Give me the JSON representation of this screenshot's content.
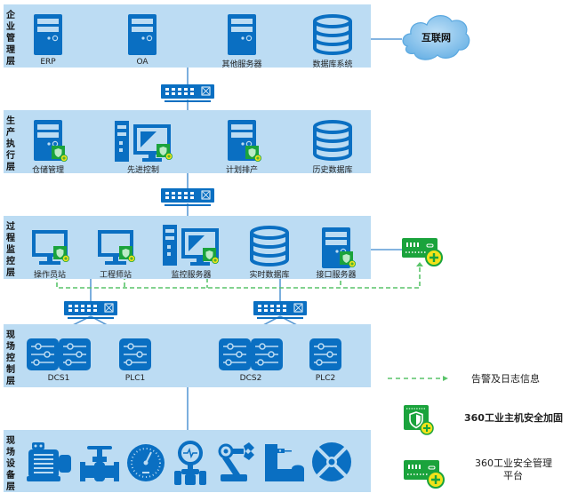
{
  "colors": {
    "layer_bg": "#bcdcf3",
    "device_blue": "#0a6fc2",
    "security_green": "#1aa33c",
    "badge_yellow": "#f2e21a",
    "alert_line": "#5ac46a",
    "link_line": "#5b9bd5"
  },
  "layers": [
    {
      "title": "企业管理层",
      "nodes": [
        {
          "label": "ERP",
          "icon": "server-icon"
        },
        {
          "label": "OA",
          "icon": "server-icon"
        },
        {
          "label": "其他服务器",
          "icon": "server-icon"
        },
        {
          "label": "数据库系统",
          "icon": "database-icon"
        }
      ]
    },
    {
      "title": "生产执行层",
      "nodes": [
        {
          "label": "仓储管理",
          "icon": "server-shield-icon"
        },
        {
          "label": "先进控制",
          "icon": "workstation-shield-icon"
        },
        {
          "label": "计划排产",
          "icon": "server-shield-icon"
        },
        {
          "label": "历史数据库",
          "icon": "database-icon"
        }
      ]
    },
    {
      "title": "过程监控层",
      "nodes": [
        {
          "label": "操作员站",
          "icon": "monitor-shield-icon"
        },
        {
          "label": "工程师站",
          "icon": "monitor-shield-icon"
        },
        {
          "label": "监控服务器",
          "icon": "workstation-shield-icon"
        },
        {
          "label": "实时数据库",
          "icon": "database-icon"
        },
        {
          "label": "接口服务器",
          "icon": "server-shield-icon"
        }
      ]
    },
    {
      "title": "现场控制层",
      "nodes": [
        {
          "label": "DCS1",
          "icon": "controller-pair-icon"
        },
        {
          "label": "PLC1",
          "icon": "controller-icon"
        },
        {
          "label": "DCS2",
          "icon": "controller-pair-icon"
        },
        {
          "label": "PLC2",
          "icon": "controller-icon"
        }
      ]
    },
    {
      "title": "现场设备层",
      "devices": [
        "motor-icon",
        "valve-icon",
        "gauge-icon",
        "pressure-transmitter-icon",
        "robot-arm-icon",
        "machine-tool-icon",
        "fan-icon"
      ]
    }
  ],
  "internet": {
    "label": "互联网"
  },
  "legend": [
    {
      "icon": "dashed-arrow-icon",
      "label": "告警及日志信息",
      "bold": false
    },
    {
      "icon": "host-shield-icon",
      "label": "360工业主机安全加固",
      "bold": true
    },
    {
      "icon": "management-platform-icon",
      "label": "360工业安全管理",
      "label2": "平台",
      "bold": false
    }
  ]
}
